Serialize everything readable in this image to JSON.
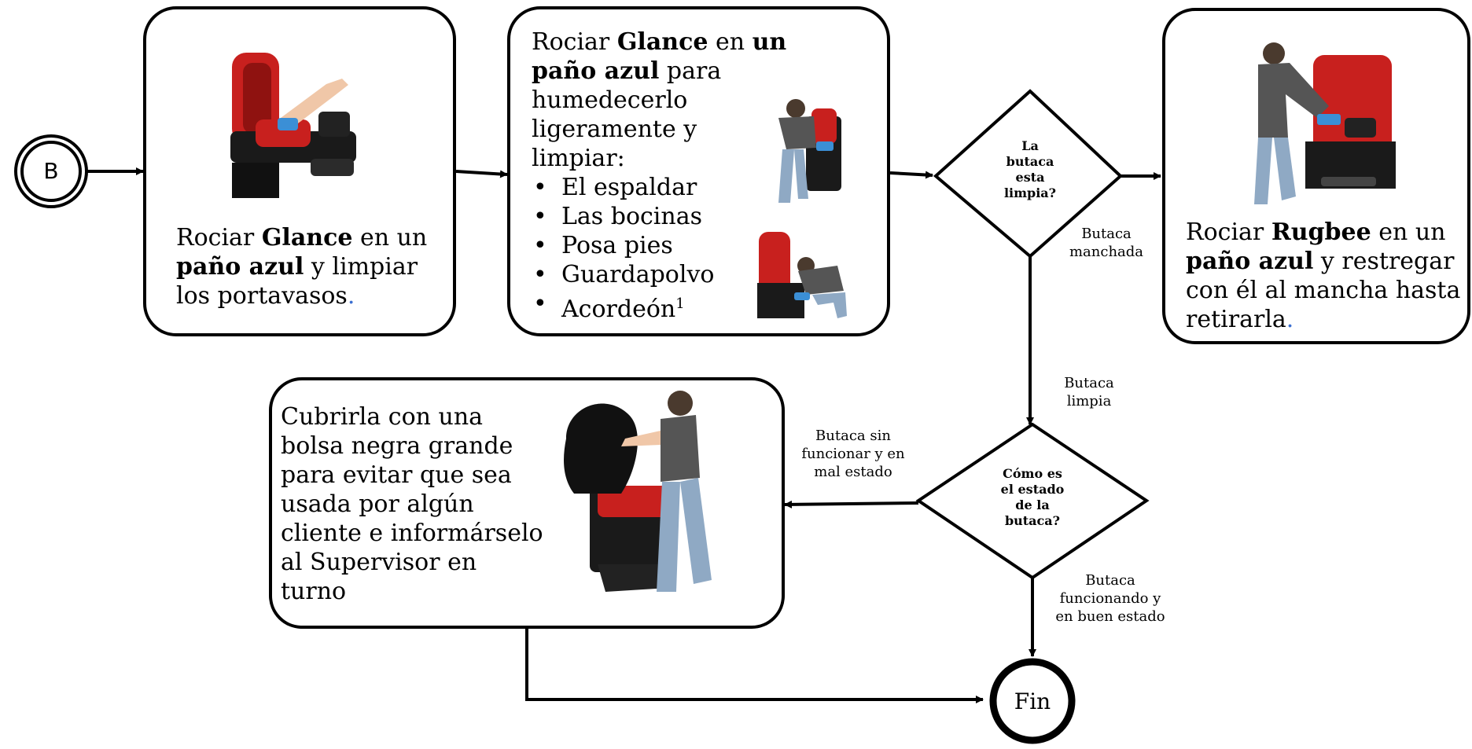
{
  "start_node": {
    "label": "B"
  },
  "end_node": {
    "label": "Fin"
  },
  "step1": {
    "pre": "Rociar ",
    "bold1": "Glance",
    "mid1": " en un",
    "bold2": "paño azul",
    "mid2": "  y limpiar",
    "line3": "los portavasos",
    "dot": "."
  },
  "step2": {
    "pre": "Rociar ",
    "bold1": "Glance",
    "mid1": " en ",
    "bold2": "un",
    "bold3": "paño azul",
    "mid2": " para",
    "line3": "humedecerlo",
    "line4": "ligeramente y",
    "line5": "limpiar:",
    "items": [
      "El espaldar",
      "Las bocinas",
      "Posa pies",
      "Guardapolvo",
      "Acordeón"
    ],
    "footnote": "1"
  },
  "step3": {
    "pre": "Rociar ",
    "bold1": "Rugbee",
    "mid1": " en un",
    "bold2": "paño azul",
    "mid2": " y restregar",
    "line3": "con él al mancha hasta",
    "line4": "retirarla",
    "dot": "."
  },
  "step4": {
    "lines": [
      "Cubrirla  con una",
      "bolsa negra grande",
      "para evitar que sea",
      "usada por algún",
      "cliente e informárselo",
      "al Supervisor en",
      "turno"
    ]
  },
  "decision1": {
    "lines": [
      "La",
      "butaca",
      "esta",
      "limpia?"
    ]
  },
  "decision2": {
    "lines": [
      "Cómo es",
      "el estado",
      "de la",
      "butaca?"
    ]
  },
  "edges": {
    "manchada": [
      "Butaca",
      "manchada"
    ],
    "limpia": [
      "Butaca",
      "limpia"
    ],
    "mal_estado": [
      "Butaca sin",
      "funcionar y en",
      "mal estado"
    ],
    "buen_estado": [
      "Butaca",
      "funcionando y",
      "en buen estado"
    ]
  },
  "colors": {
    "line": "#000000",
    "seat_red": "#c8201e",
    "seat_black": "#1a1a1a",
    "cloth_blue": "#3b8fd6",
    "dot_blue": "#3b6fd1"
  },
  "pictures": [
    "seat-cleaning-cupholder-photo",
    "worker-cleaning-backrest-photo",
    "worker-cleaning-footrest-photo",
    "worker-scrubbing-seat-photo",
    "worker-covering-seat-photo"
  ]
}
